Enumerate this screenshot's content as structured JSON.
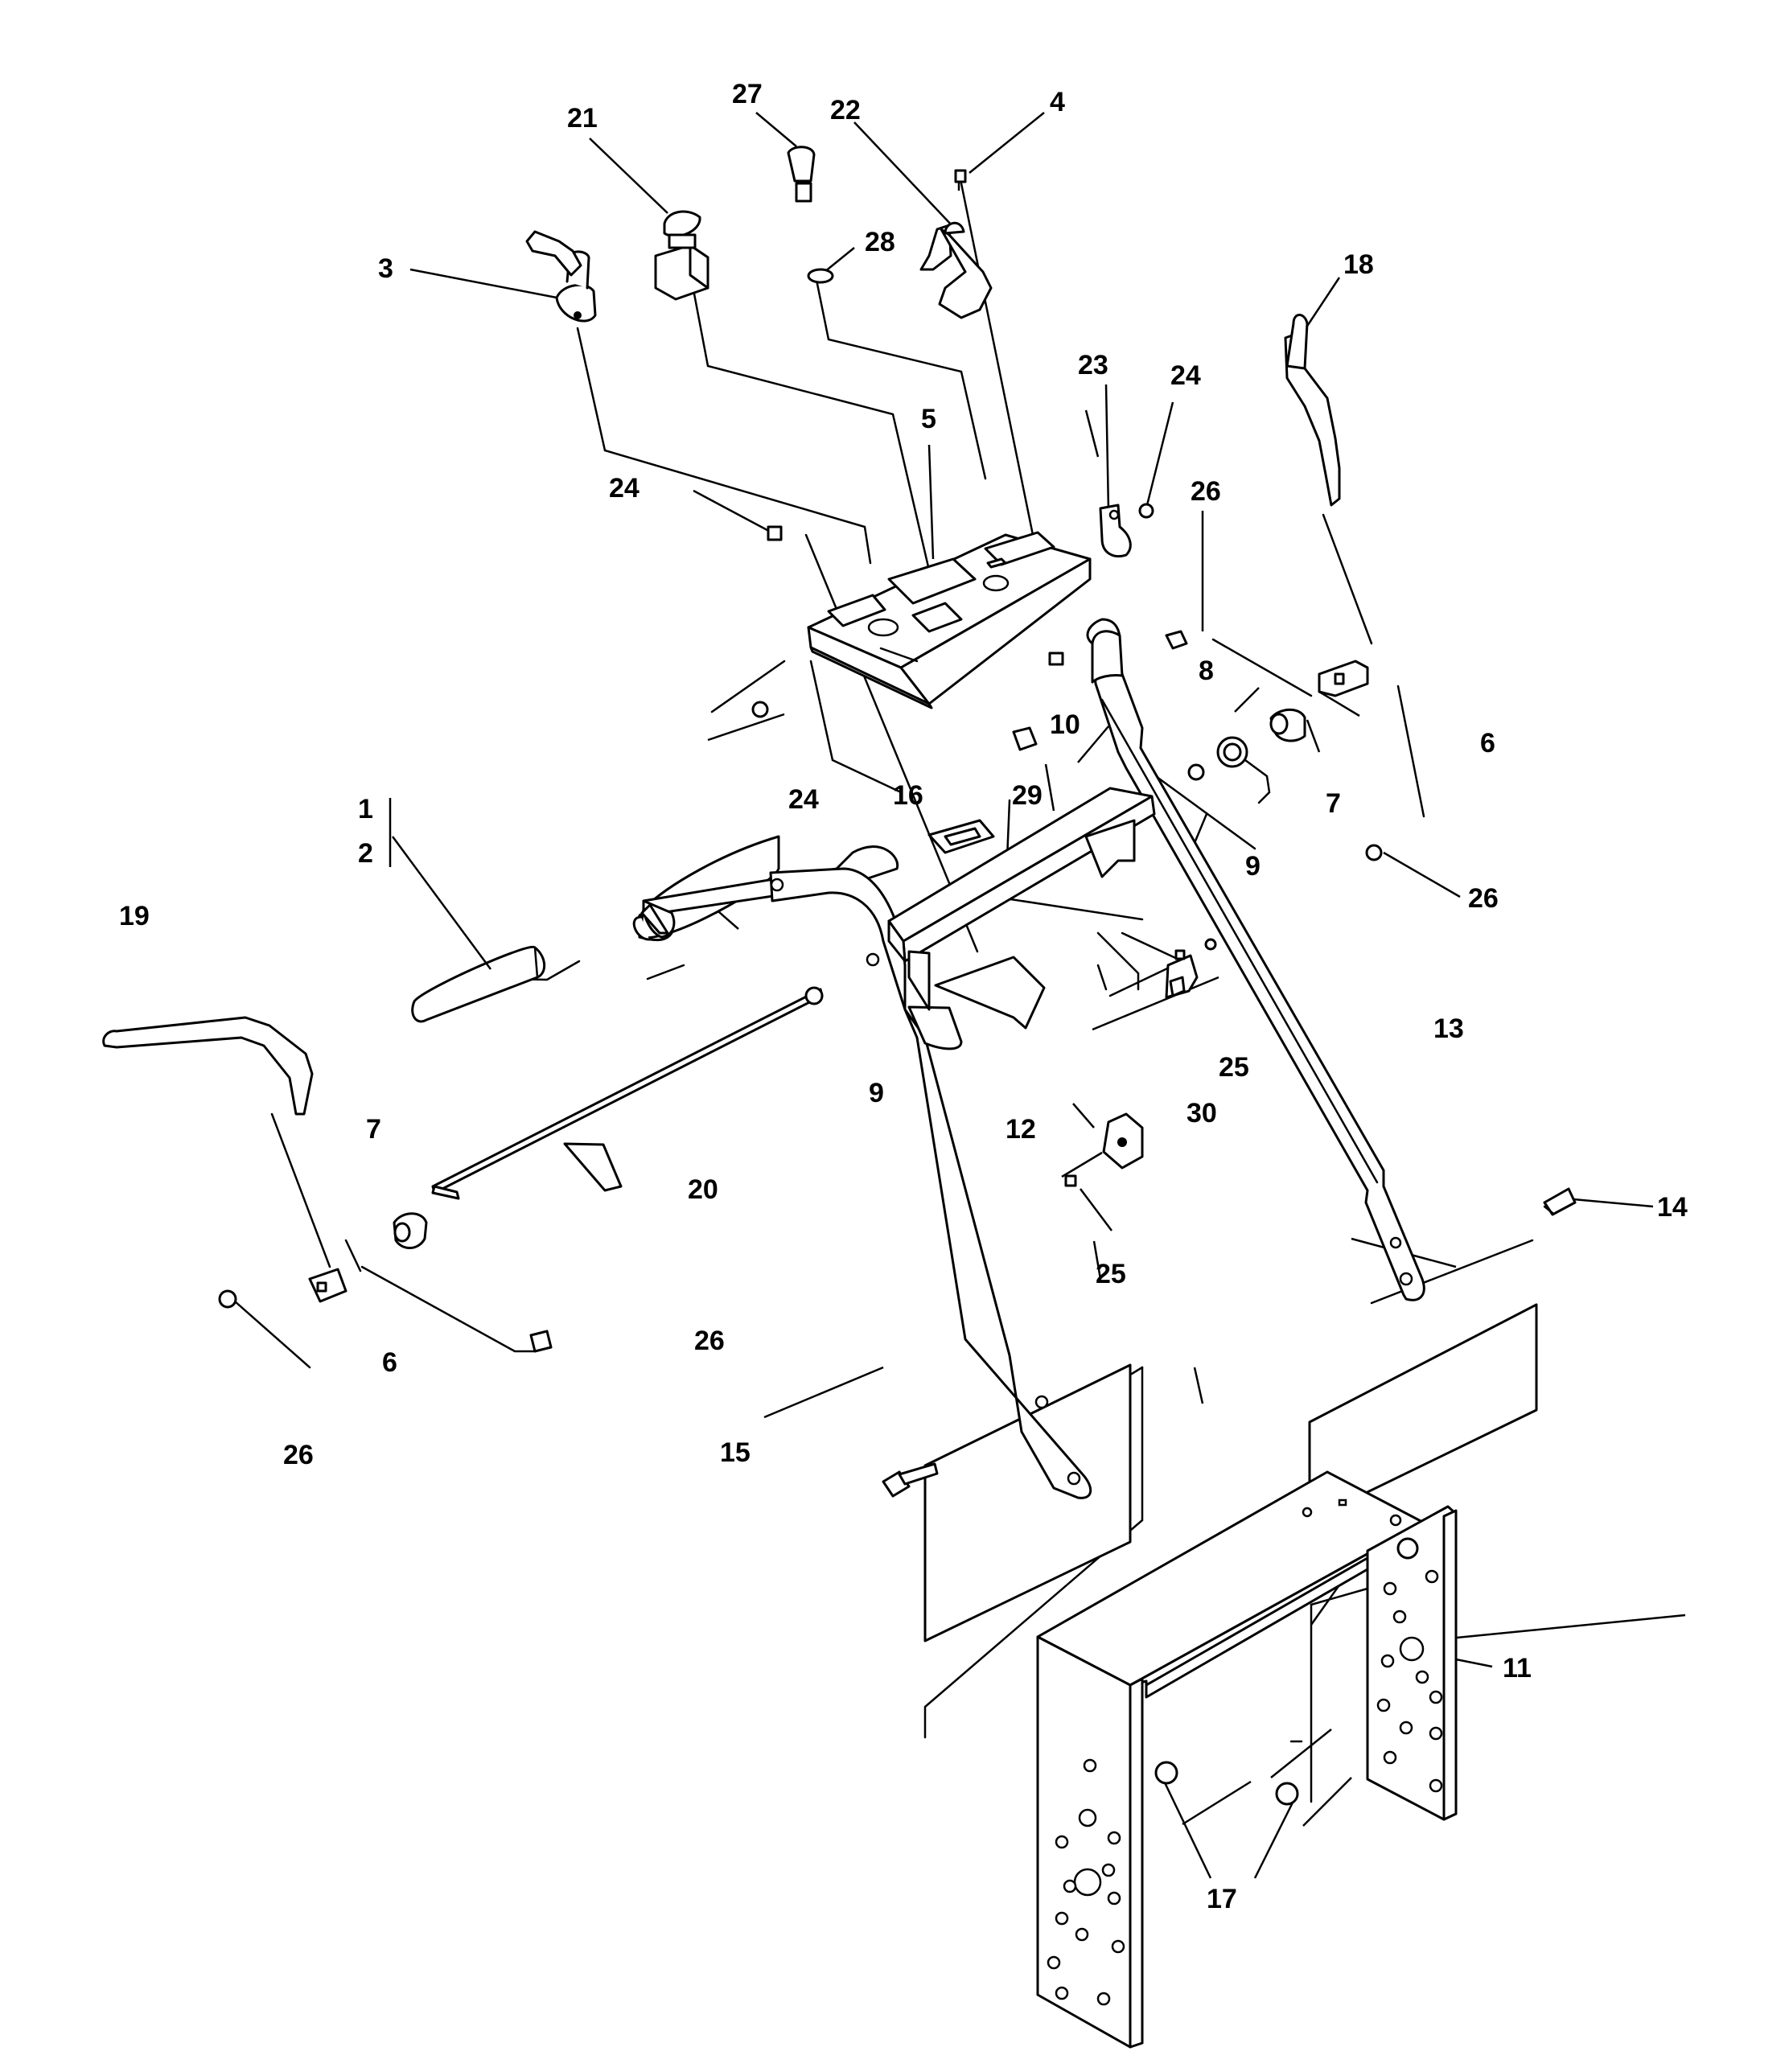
{
  "diagram": {
    "kind": "exploded-parts-diagram",
    "callouts": [
      "1",
      "2",
      "3",
      "4",
      "5",
      "6",
      "6",
      "7",
      "7",
      "8",
      "9",
      "9",
      "10",
      "11",
      "12",
      "13",
      "14",
      "15",
      "16",
      "17",
      "18",
      "19",
      "20",
      "21",
      "22",
      "23",
      "24",
      "24",
      "24",
      "25",
      "25",
      "26",
      "26",
      "26",
      "26",
      "27",
      "28",
      "29",
      "30"
    ],
    "colors": {
      "line": "#000000",
      "background": "#ffffff"
    }
  }
}
